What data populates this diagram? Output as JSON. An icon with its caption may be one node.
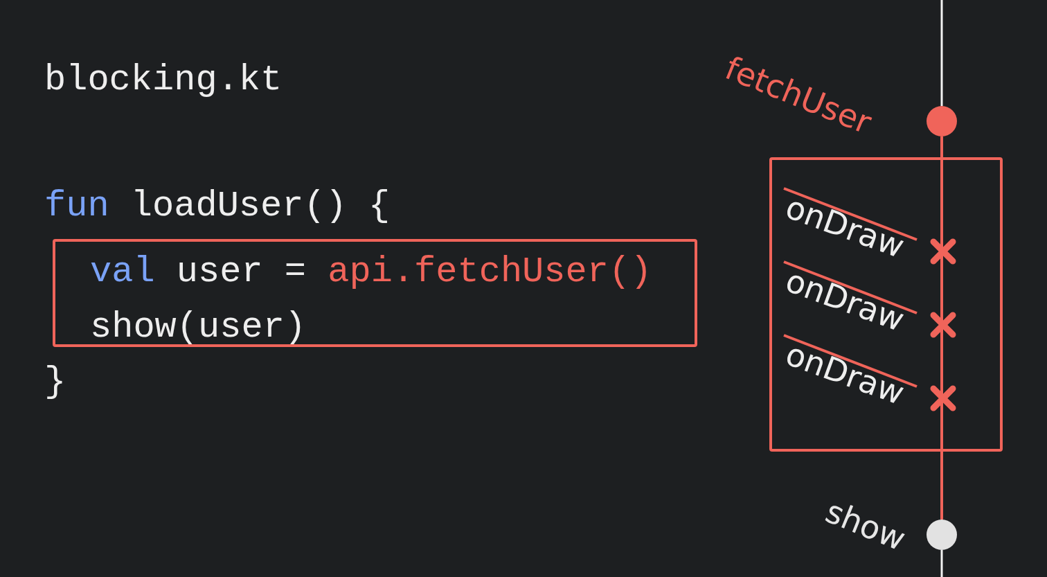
{
  "diagram": {
    "nodes": [
      {
        "text": [
          "val user = api.fetchUser()",
          "show(user)"
        ]
      },
      {
        "text": [],
        "shape": "circle"
      },
      {
        "text": [
          "onDraw",
          "onDraw",
          "onDraw"
        ]
      },
      {
        "text": [],
        "shape": "circle",
        "beside": [
          "show"
        ]
      }
    ],
    "edges": [
      {
        "from": 1,
        "to": 2,
        "arrow": "none",
        "color": "#f0645a"
      },
      {
        "from": 2,
        "to": 3,
        "arrow": "none",
        "color": "#f0645a"
      }
    ],
    "labels": [
      "blocking.kt",
      "fun loadUser() {",
      "}",
      "fetchUser"
    ]
  }
}
